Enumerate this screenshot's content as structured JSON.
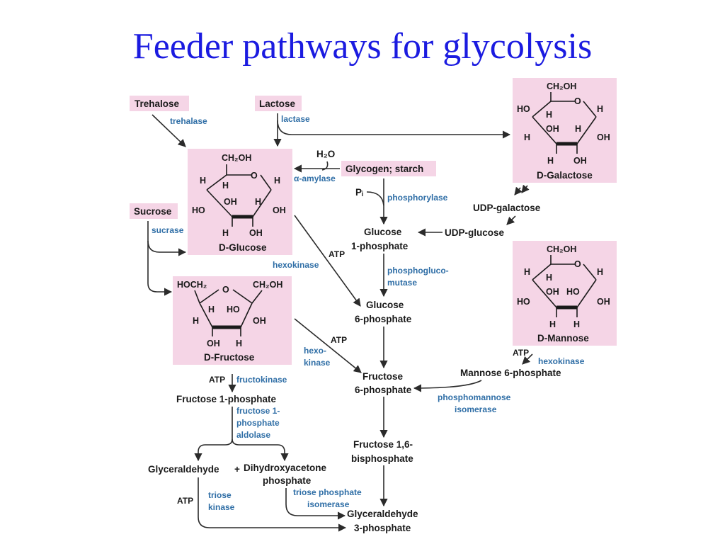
{
  "title": "Feeder pathways for glycolysis",
  "colors": {
    "title": "#1b1be0",
    "enzyme": "#2f6ea6",
    "structure_box": "#f5d5e6",
    "text": "#1a1a1a"
  },
  "metabolites": {
    "trehalose": "Trehalose",
    "lactose": "Lactose",
    "sucrose": "Sucrose",
    "glycogen": "Glycogen; starch",
    "udp_galactose": "UDP-galactose",
    "udp_glucose": "UDP-glucose",
    "glucose_1p_a": "Glucose",
    "glucose_1p_b": "1-phosphate",
    "glucose_6p_a": "Glucose",
    "glucose_6p_b": "6-phosphate",
    "fructose_6p_a": "Fructose",
    "fructose_6p_b": "6-phosphate",
    "mannose_6p": "Mannose 6-phosphate",
    "fructose_1p": "Fructose 1-phosphate",
    "fbp_a": "Fructose 1,6-",
    "fbp_b": "bisphosphate",
    "glyceraldehyde": "Glyceraldehyde",
    "plus": "+",
    "dhap_a": "Dihydroxyacetone",
    "dhap_b": "phosphate",
    "g3p_a": "Glyceraldehyde",
    "g3p_b": "3-phosphate",
    "h2o": "H₂O",
    "pi": "Pᵢ",
    "atp": "ATP"
  },
  "enzymes": {
    "trehalase": "trehalase",
    "lactase": "lactase",
    "amylase": "α-amylase",
    "phosphorylase": "phosphorylase",
    "sucrase": "sucrase",
    "hexokinase": "hexokinase",
    "phosphoglucomutase_a": "phosphogluco-",
    "phosphoglucomutase_b": "mutase",
    "hexokinase_split_a": "hexo-",
    "hexokinase_split_b": "kinase",
    "fructokinase": "fructokinase",
    "f1p_aldolase_a": "fructose 1-",
    "f1p_aldolase_b": "phosphate",
    "f1p_aldolase_c": "aldolase",
    "triose_kinase_a": "triose",
    "triose_kinase_b": "kinase",
    "tpi_a": "triose phosphate",
    "tpi_b": "isomerase",
    "pmi_a": "phosphomannose",
    "pmi_b": "isomerase",
    "hexokinase_mannose": "hexokinase"
  },
  "structures": {
    "glucose": {
      "name": "D-Glucose",
      "ch2oh": "CH₂OH",
      "o": "O",
      "h": "H",
      "oh": "OH",
      "ho": "HO"
    },
    "galactose": {
      "name": "D-Galactose",
      "ch2oh": "CH₂OH",
      "o": "O",
      "h": "H",
      "oh": "OH",
      "ho": "HO"
    },
    "mannose": {
      "name": "D-Mannose",
      "ch2oh": "CH₂OH",
      "o": "O",
      "h": "H",
      "oh": "OH",
      "ho": "HO"
    },
    "fructose": {
      "name": "D-Fructose",
      "hoch2": "HOCH₂",
      "ch2oh": "CH₂OH",
      "o": "O",
      "h": "H",
      "oh": "OH",
      "ho": "HO"
    }
  }
}
